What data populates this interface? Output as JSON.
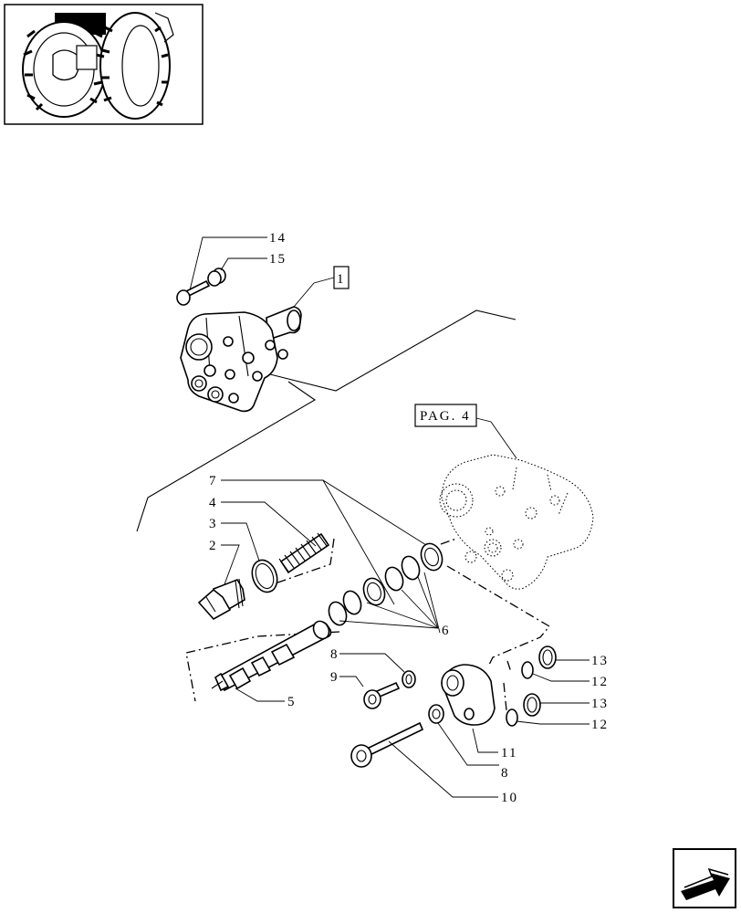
{
  "labels": {
    "ref_1": "1",
    "pag": "PAG. 4",
    "n2": "2",
    "n3": "3",
    "n4": "4",
    "n5": "5",
    "n6": "6",
    "n7": "7",
    "n8a": "8",
    "n8b": "8",
    "n9": "9",
    "n10": "10",
    "n11": "11",
    "n12a": "12",
    "n12b": "12",
    "n13a": "13",
    "n13b": "13",
    "n14": "14",
    "n15": "15"
  },
  "nav": {
    "icon": "arrow-back-icon"
  },
  "thumbnail": {
    "icon": "tractor-thumbnail"
  }
}
